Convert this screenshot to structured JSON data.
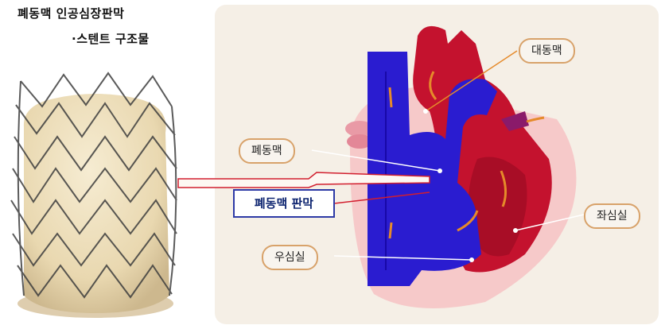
{
  "captions": {
    "line1": "폐동맥 인공심장판막",
    "line2": "·스텐트 구조물"
  },
  "labels": {
    "aorta": "대동맥",
    "pulmonary_artery": "폐동맥",
    "left_ventricle": "좌심실",
    "right_atrium": "우심실",
    "pulmonary_valve": "폐동맥 판막"
  },
  "colors": {
    "panel_background": "#f5efe6",
    "venous_blue": "#2a1cd0",
    "arterial_red": "#c4122e",
    "pericardium_pink": "#f6c9c9",
    "pill_border": "#d8a26a",
    "pointer_line": "#d21e2e",
    "valve_label_border": "#2d3aa6"
  }
}
